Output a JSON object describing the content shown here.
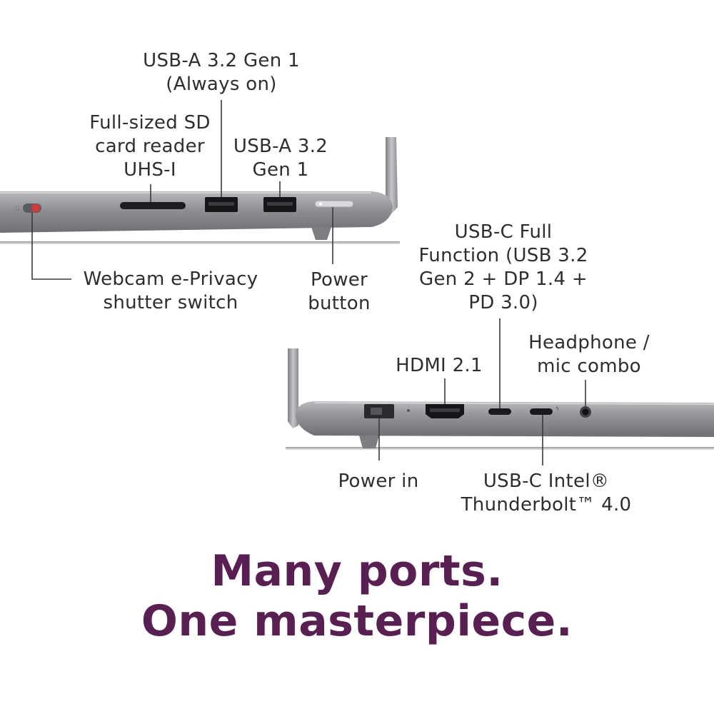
{
  "top_view": {
    "usb_a_always_on": [
      "USB-A 3.2 Gen 1",
      "(Always on)"
    ],
    "sd_reader": [
      "Full-sized SD",
      "card reader",
      "UHS-I"
    ],
    "usb_a": [
      "USB-A 3.2",
      "Gen 1"
    ],
    "webcam_switch": [
      "Webcam e-Privacy",
      "shutter switch"
    ],
    "power_button": [
      "Power",
      "button"
    ]
  },
  "bottom_view": {
    "usb_c_full": [
      "USB-C Full",
      "Function (USB 3.2",
      "Gen 2 + DP 1.4 +",
      "PD 3.0)"
    ],
    "hdmi": [
      "HDMI 2.1"
    ],
    "headphone": [
      "Headphone /",
      "mic combo"
    ],
    "power_in": [
      "Power in"
    ],
    "thunderbolt": [
      "USB-C Intel®",
      "Thunderbolt™ 4.0"
    ]
  },
  "headline": [
    "Many ports.",
    "One masterpiece."
  ],
  "colors": {
    "headline": "#5a1f52",
    "chassis": "#8c8e91",
    "privacy_switch": "#d23a3a"
  }
}
